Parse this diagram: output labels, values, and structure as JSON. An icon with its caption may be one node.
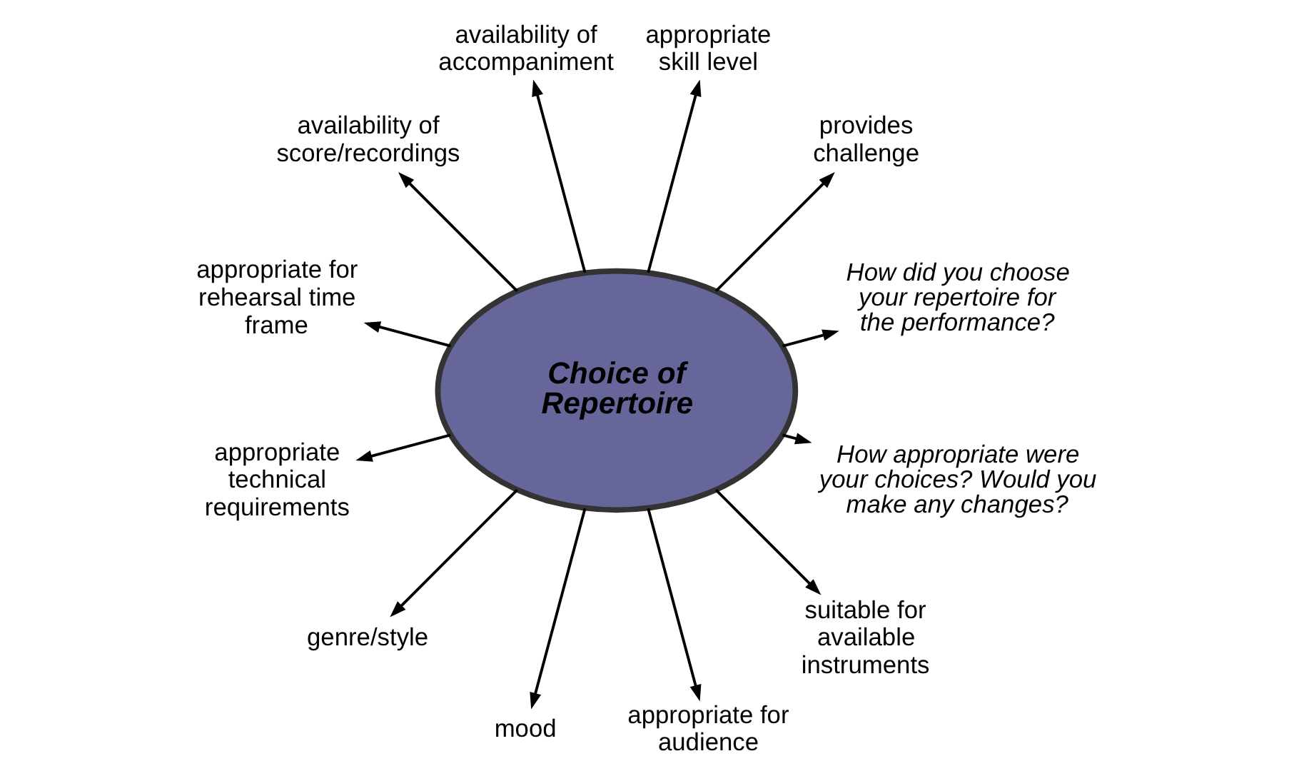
{
  "diagram": {
    "nodes": [
      {
        "text": [
          "Choice of Repertoire"
        ]
      },
      {
        "text": [
          "How did you choose your repertoire for the performance?"
        ]
      },
      {
        "text": [
          "provides challenge"
        ]
      },
      {
        "text": [
          "appropriate skill level"
        ]
      },
      {
        "text": [
          "availability of accompaniment"
        ]
      },
      {
        "text": [
          "availability of score/recordings"
        ]
      },
      {
        "text": [
          "appropriate for rehearsal time frame"
        ]
      },
      {
        "text": [
          "appropriate technical requirements"
        ]
      },
      {
        "text": [
          "genre/style"
        ]
      },
      {
        "text": [
          "mood"
        ]
      },
      {
        "text": [
          "appropriate for audience"
        ]
      },
      {
        "text": [
          "suitable for available instruments"
        ]
      },
      {
        "text": [
          "How appropriate were your choices? Would you make any changes?"
        ]
      }
    ],
    "edges": [
      {
        "from": 0,
        "to": 1,
        "arrow": "to"
      },
      {
        "from": 0,
        "to": 2,
        "arrow": "to"
      },
      {
        "from": 0,
        "to": 3,
        "arrow": "to"
      },
      {
        "from": 0,
        "to": 4,
        "arrow": "to"
      },
      {
        "from": 0,
        "to": 5,
        "arrow": "to"
      },
      {
        "from": 0,
        "to": 6,
        "arrow": "to"
      },
      {
        "from": 0,
        "to": 7,
        "arrow": "to"
      },
      {
        "from": 0,
        "to": 8,
        "arrow": "to"
      },
      {
        "from": 0,
        "to": 9,
        "arrow": "to"
      },
      {
        "from": 0,
        "to": 10,
        "arrow": "to"
      },
      {
        "from": 0,
        "to": 11,
        "arrow": "to"
      },
      {
        "from": 0,
        "to": 12,
        "arrow": "to"
      }
    ]
  }
}
